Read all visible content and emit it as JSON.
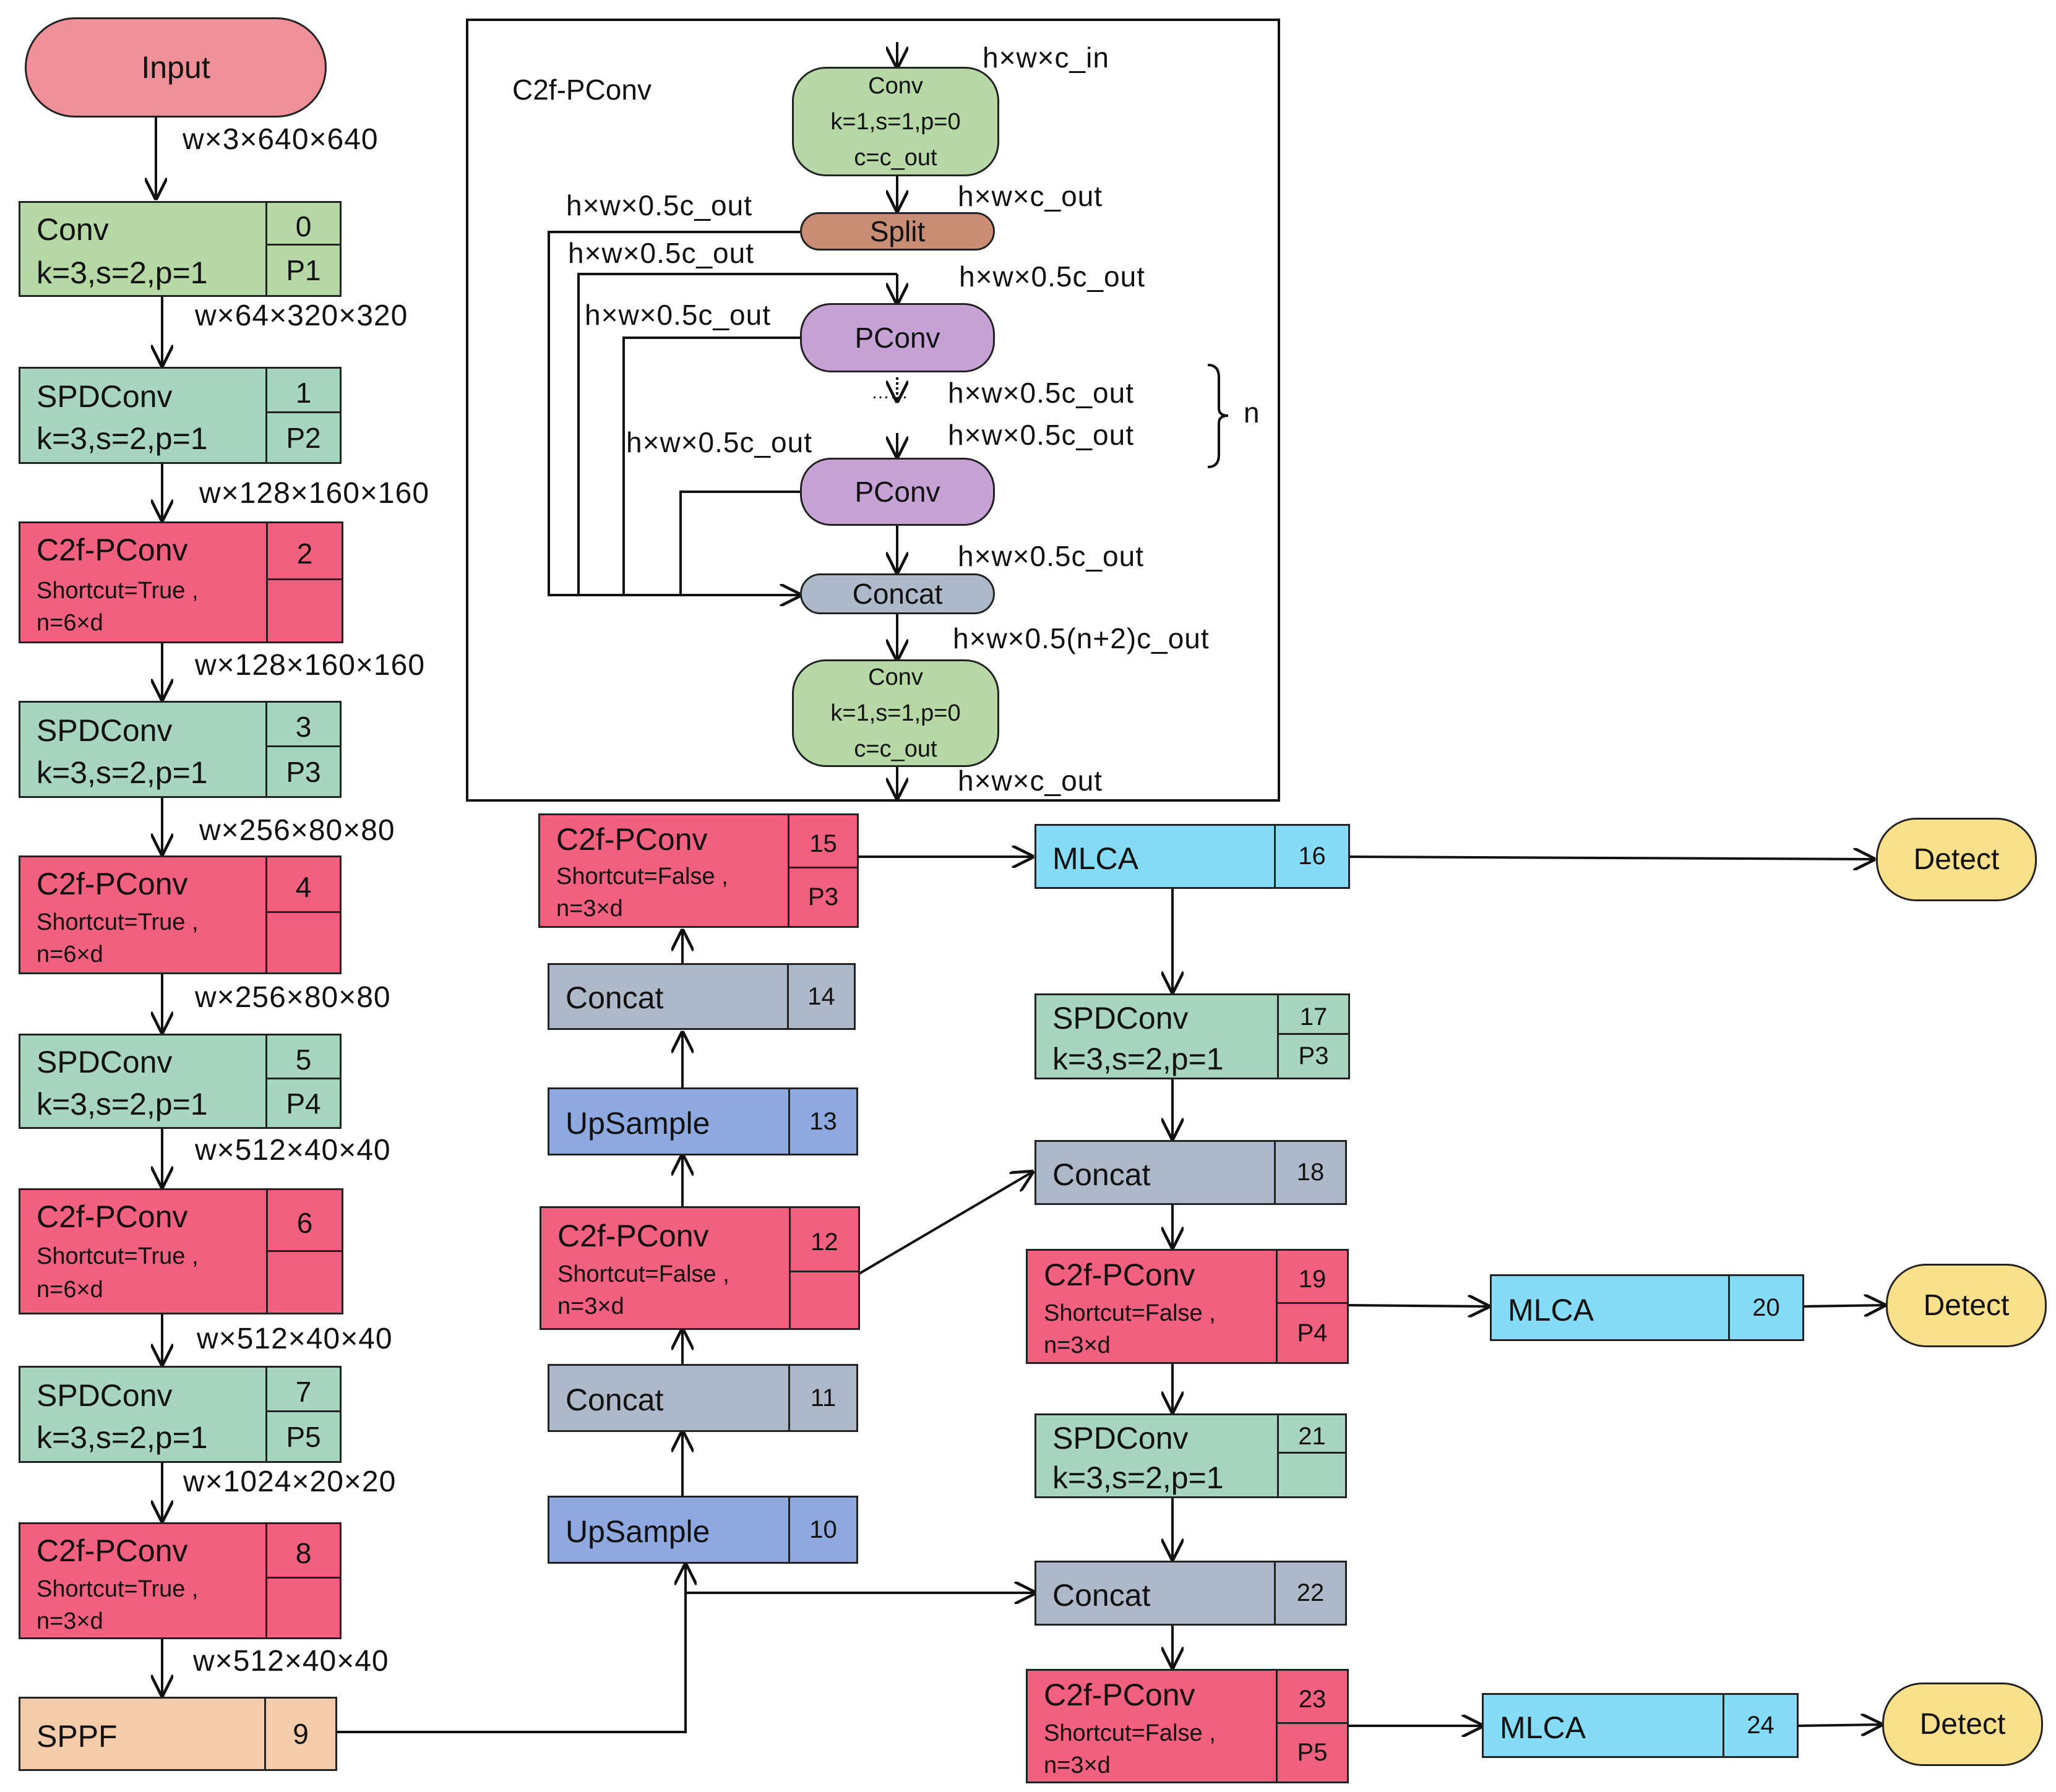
{
  "input": "Input",
  "dims": {
    "d0": "w×3×640×640",
    "d1": "w×64×320×320",
    "d2": "w×128×160×160",
    "d3": "w×128×160×160",
    "d4": "w×256×80×80",
    "d5": "w×256×80×80",
    "d6": "w×512×40×40",
    "d7": "w×512×40×40",
    "d8": "w×1024×20×20",
    "d9": "w×512×40×40"
  },
  "blocks": {
    "b0": {
      "name": "Conv",
      "param": "k=3,s=2,p=1",
      "idx": "0",
      "level": "P1"
    },
    "b1": {
      "name": "SPDConv",
      "param": "k=3,s=2,p=1",
      "idx": "1",
      "level": "P2"
    },
    "b2": {
      "name": "C2f-PConv",
      "param1": "Shortcut=True ,",
      "param2": "n=6×d",
      "idx": "2"
    },
    "b3": {
      "name": "SPDConv",
      "param": "k=3,s=2,p=1",
      "idx": "3",
      "level": "P3"
    },
    "b4": {
      "name": "C2f-PConv",
      "param1": "Shortcut=True ,",
      "param2": "n=6×d",
      "idx": "4"
    },
    "b5": {
      "name": "SPDConv",
      "param": "k=3,s=2,p=1",
      "idx": "5",
      "level": "P4"
    },
    "b6": {
      "name": "C2f-PConv",
      "param1": "Shortcut=True ,",
      "param2": "n=6×d",
      "idx": "6"
    },
    "b7": {
      "name": "SPDConv",
      "param": "k=3,s=2,p=1",
      "idx": "7",
      "level": "P5"
    },
    "b8": {
      "name": "C2f-PConv",
      "param1": "Shortcut=True ,",
      "param2": "n=3×d",
      "idx": "8"
    },
    "b9": {
      "name": "SPPF",
      "idx": "9"
    },
    "b10": {
      "name": "UpSample",
      "idx": "10"
    },
    "b11": {
      "name": "Concat",
      "idx": "11"
    },
    "b12": {
      "name": "C2f-PConv",
      "param1": "Shortcut=False ,",
      "param2": "n=3×d",
      "idx": "12"
    },
    "b13": {
      "name": "UpSample",
      "idx": "13"
    },
    "b14": {
      "name": "Concat",
      "idx": "14"
    },
    "b15": {
      "name": "C2f-PConv",
      "param1": "Shortcut=False ,",
      "param2": "n=3×d",
      "idx": "15",
      "level": "P3"
    },
    "b16": {
      "name": "MLCA",
      "idx": "16"
    },
    "b17": {
      "name": "SPDConv",
      "param": "k=3,s=2,p=1",
      "idx": "17",
      "level": "P3"
    },
    "b18": {
      "name": "Concat",
      "idx": "18"
    },
    "b19": {
      "name": "C2f-PConv",
      "param1": "Shortcut=False ,",
      "param2": "n=3×d",
      "idx": "19",
      "level": "P4"
    },
    "b20": {
      "name": "MLCA",
      "idx": "20"
    },
    "b21": {
      "name": "SPDConv",
      "param": "k=3,s=2,p=1",
      "idx": "21",
      "level": ""
    },
    "b22": {
      "name": "Concat",
      "idx": "22"
    },
    "b23": {
      "name": "C2f-PConv",
      "param1": "Shortcut=False ,",
      "param2": "n=3×d",
      "idx": "23",
      "level": "P5"
    },
    "b24": {
      "name": "MLCA",
      "idx": "24"
    }
  },
  "detect": "Detect",
  "inset": {
    "title": "C2f-PConv",
    "conv_top": {
      "l1": "Conv",
      "l2": "k=1,s=1,p=0",
      "l3": "c=c_out"
    },
    "conv_bot": {
      "l1": "Conv",
      "l2": "k=1,s=1,p=0",
      "l3": "c=c_out"
    },
    "split": "Split",
    "pconv": "PConv",
    "concat": "Concat",
    "dots": "……",
    "n": "n",
    "labels": {
      "in": "h×w×c_in",
      "cout1": "h×w×c_out",
      "half_a": "h×w×0.5c_out",
      "half_b": "h×w×0.5c_out",
      "half_c": "h×w×0.5c_out",
      "half_d": "h×w×0.5c_out",
      "half_e": "h×w×0.5c_out",
      "half_f": "h×w×0.5c_out",
      "half_g": "h×w×0.5c_out",
      "half_h": "h×w×0.5c_out",
      "concat_out": "h×w×0.5(n+2)c_out",
      "cout2": "h×w×c_out"
    }
  }
}
